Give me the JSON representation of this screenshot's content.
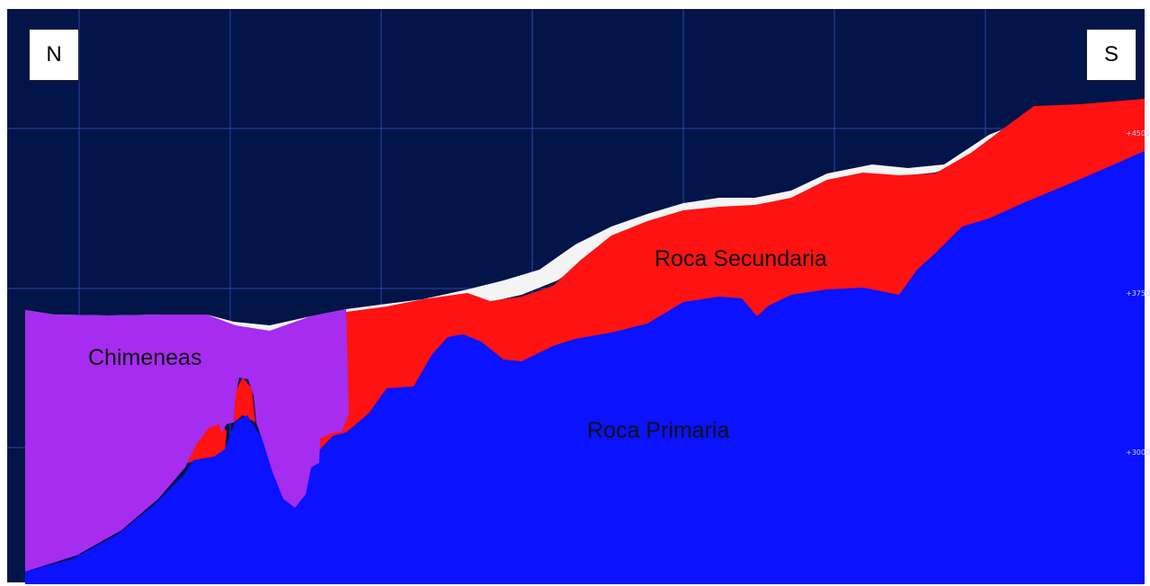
{
  "orientation": {
    "north": "N",
    "south": "S"
  },
  "units": {
    "chimneys": "Chimeneas",
    "secondary_rock": "Roca Secundaria",
    "primary_rock": "Roca Primaria"
  },
  "elevation_marks": [
    "+4500",
    "+3750",
    "+3000"
  ],
  "colors": {
    "background": "#021448",
    "grid": "#3e5bd4",
    "chimneys": "#a62cf0",
    "secondary_rock": "#ff1212",
    "primary_rock": "#0a12ff",
    "surface_rim": "#f4f4f4"
  }
}
